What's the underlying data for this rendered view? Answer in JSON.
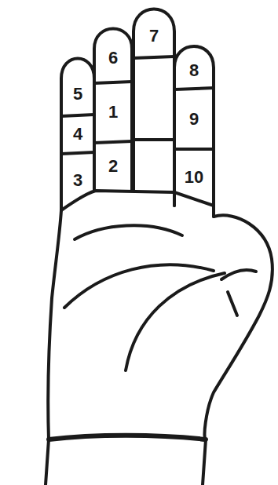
{
  "diagram": {
    "labels": [
      "7",
      "6",
      "8",
      "5",
      "1",
      "9",
      "4",
      "3",
      "2",
      "10"
    ]
  }
}
